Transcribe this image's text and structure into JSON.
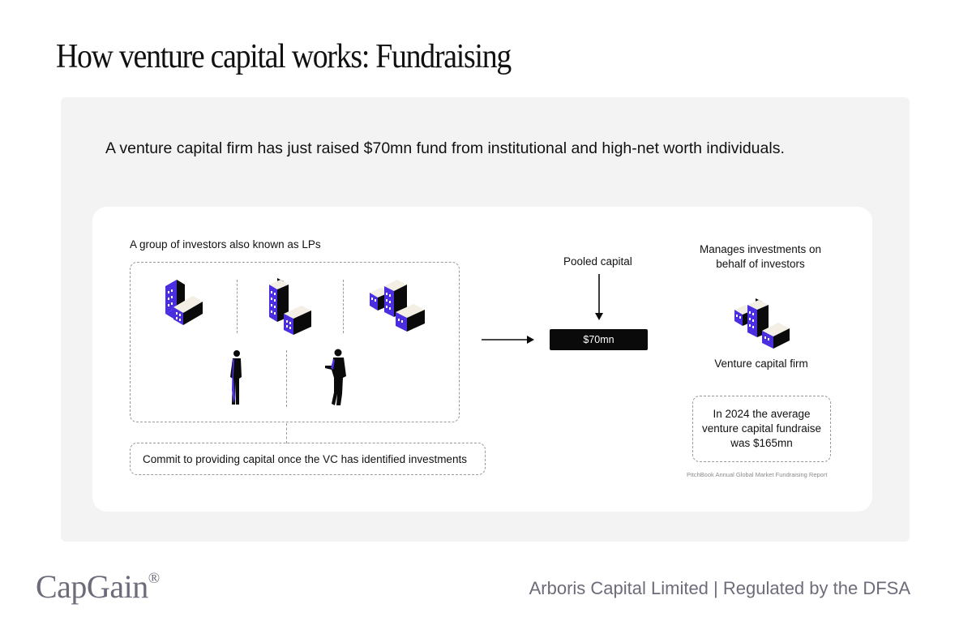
{
  "title": "How venture capital works: Fundraising",
  "subtitle": "A venture capital firm has just raised $70mn fund from institutional and high-net worth individuals.",
  "investors": {
    "label": "A group of investors also known as LPs",
    "commit_label": "Commit to providing capital once the VC has identified investments"
  },
  "pooled": {
    "label": "Pooled capital",
    "amount": "$70mn"
  },
  "vc_firm": {
    "manages_label": "Manages investments on behalf of investors",
    "firm_label": "Venture capital firm",
    "stat_label": "In 2024 the average venture capital fundraise was $165mn",
    "source": "PitchBook Annual Global Market Fundraising Report"
  },
  "footer": {
    "logo": "CapGain",
    "logo_mark": "®",
    "disclaimer": "Arboris Capital Limited | Regulated by the DFSA"
  },
  "colors": {
    "accent": "#4a2fe0",
    "panel_bg": "#f3f3f3",
    "footer_text": "#6e6c7a"
  }
}
